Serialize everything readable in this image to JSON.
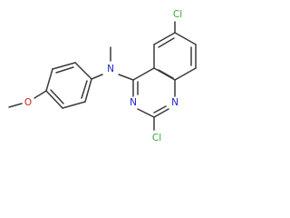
{
  "molecule": {
    "colors": {
      "bond": "#3a3a3a",
      "chlorine": "#33a833",
      "nitrogen": "#2222cc",
      "oxygen": "#cc2222"
    },
    "atom_labels": {
      "cl_top": "Cl",
      "cl_bottom": "Cl",
      "n_amine": "N",
      "n_ring_upper": "N",
      "n_ring_lower": "N",
      "o_methoxy": "O"
    }
  }
}
